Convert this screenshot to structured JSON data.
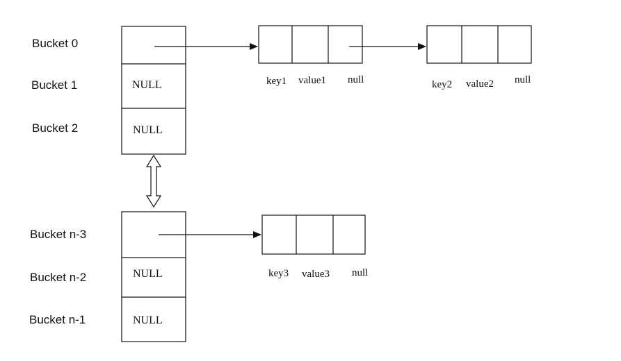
{
  "buckets_top": [
    {
      "label": "Bucket 0",
      "value": ""
    },
    {
      "label": "Bucket 1",
      "value": "NULL"
    },
    {
      "label": "Bucket 2",
      "value": "NULL"
    }
  ],
  "buckets_bottom": [
    {
      "label": "Bucket n-3",
      "value": ""
    },
    {
      "label": "Bucket n-2",
      "value": "NULL"
    },
    {
      "label": "Bucket n-1",
      "value": "NULL"
    }
  ],
  "nodes": [
    {
      "key": "key1",
      "value": "value1",
      "next": "null"
    },
    {
      "key": "key2",
      "value": "value2",
      "next": "null"
    },
    {
      "key": "key3",
      "value": "value3",
      "next": "null"
    }
  ],
  "colors": {
    "stroke": "#111111",
    "background": "#ffffff"
  }
}
